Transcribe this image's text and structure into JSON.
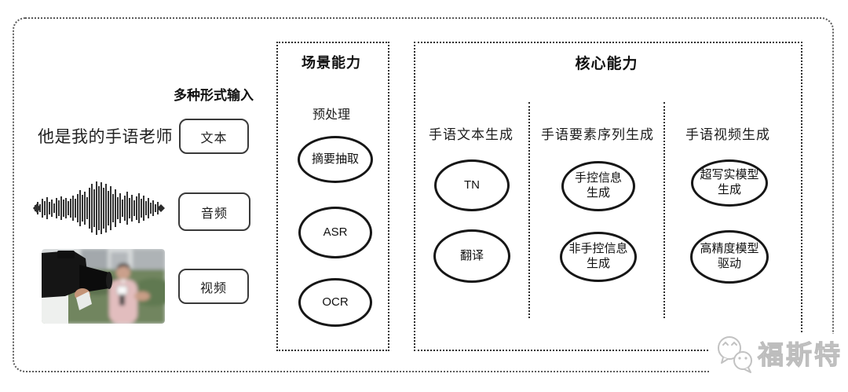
{
  "input_section": {
    "title": "多种形式输入",
    "sample_text": "他是我的手语老师",
    "types": [
      {
        "label": "文本"
      },
      {
        "label": "音频"
      },
      {
        "label": "视频"
      }
    ],
    "icons": {
      "audio": "audio-waveform-icon",
      "video": "video-thumbnail-image"
    }
  },
  "scene_capability": {
    "title": "场景能力",
    "subtitle": "预处理",
    "nodes": [
      {
        "lines": [
          "摘要抽取"
        ]
      },
      {
        "lines": [
          "ASR"
        ]
      },
      {
        "lines": [
          "OCR"
        ]
      }
    ]
  },
  "core_capability": {
    "title": "核心能力",
    "columns": [
      {
        "header": "手语文本生成",
        "nodes": [
          {
            "lines": [
              "TN"
            ]
          },
          {
            "lines": [
              "翻译"
            ]
          }
        ]
      },
      {
        "header": "手语要素序列生成",
        "nodes": [
          {
            "lines": [
              "手控信息",
              "生成"
            ]
          },
          {
            "lines": [
              "非手控信息",
              "生成"
            ]
          }
        ]
      },
      {
        "header": "手语视频生成",
        "nodes": [
          {
            "lines": [
              "超写实模型",
              "生成"
            ]
          },
          {
            "lines": [
              "高精度模型",
              "驱动"
            ]
          }
        ]
      }
    ]
  },
  "watermark": {
    "icon": "wechat-logo-icon",
    "text": "福斯特"
  },
  "colors": {
    "stroke": "#1c1c1c",
    "watermark": "#c6c6c6"
  }
}
